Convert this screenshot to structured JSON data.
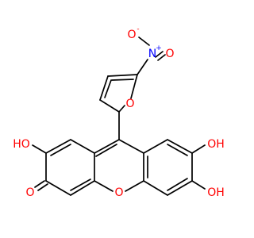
{
  "molecule": {
    "atoms": {
      "nitro_n": "N",
      "nitro_n_charge": "+",
      "nitro_o_top": "O",
      "nitro_o_top_charge": "-",
      "nitro_o_right": "O",
      "furan_o": "O",
      "xanthene_o": "O",
      "carbonyl_o": "O",
      "hydroxyl_left": "HO",
      "hydroxyl_right_upper": "OH",
      "hydroxyl_right_lower": "OH"
    },
    "colors": {
      "bond": "#000000",
      "oxygen": "#ff0000",
      "nitrogen": "#0000ff",
      "carbon_label": "#000000"
    }
  }
}
